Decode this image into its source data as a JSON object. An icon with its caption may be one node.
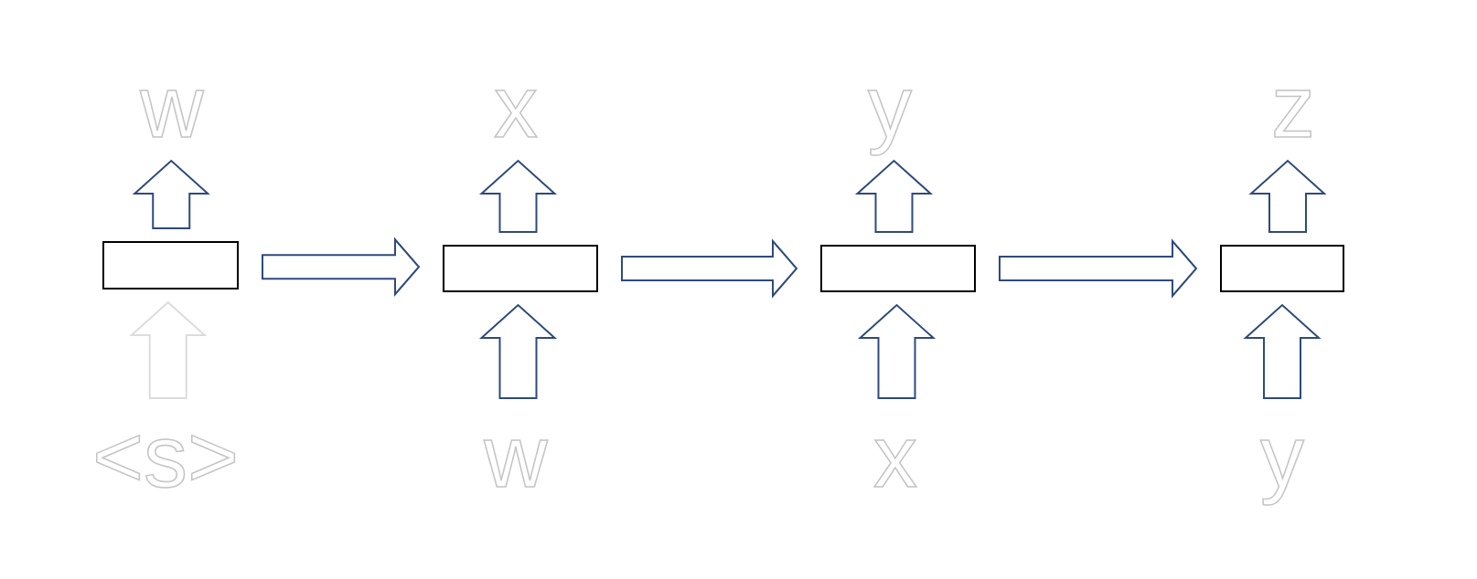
{
  "diagram": {
    "nodes": [
      {
        "text": [],
        "shape": "box"
      },
      {
        "text": [],
        "shape": "box"
      },
      {
        "text": [],
        "shape": "box"
      },
      {
        "text": [],
        "shape": "box"
      },
      {
        "text": [
          "w"
        ]
      },
      {
        "text": [
          "x"
        ]
      },
      {
        "text": [
          "y"
        ]
      },
      {
        "text": [
          "z"
        ]
      },
      {
        "text": [
          "<s>"
        ]
      },
      {
        "text": [
          "w"
        ]
      },
      {
        "text": [
          "x"
        ]
      },
      {
        "text": [
          "y"
        ]
      }
    ],
    "edges": [
      {
        "from": 0,
        "to": 1,
        "arrow": "to"
      },
      {
        "from": 1,
        "to": 2,
        "arrow": "to"
      },
      {
        "from": 2,
        "to": 3,
        "arrow": "to"
      },
      {
        "from": 8,
        "to": 0,
        "arrow": "to",
        "color": "#dcdcdc"
      },
      {
        "from": 9,
        "to": 1,
        "arrow": "to"
      },
      {
        "from": 10,
        "to": 2,
        "arrow": "to"
      },
      {
        "from": 11,
        "to": 3,
        "arrow": "to"
      },
      {
        "from": 0,
        "to": 4,
        "arrow": "to"
      },
      {
        "from": 1,
        "to": 5,
        "arrow": "to"
      },
      {
        "from": 2,
        "to": 6,
        "arrow": "to"
      },
      {
        "from": 3,
        "to": 7,
        "arrow": "to"
      }
    ]
  }
}
